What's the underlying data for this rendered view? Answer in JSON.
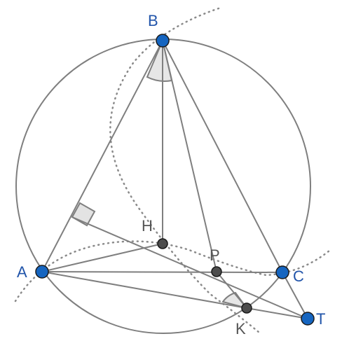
{
  "figure": {
    "points": {
      "A": {
        "label": "A",
        "style": "blue"
      },
      "B": {
        "label": "B",
        "style": "blue"
      },
      "C": {
        "label": "C",
        "style": "blue"
      },
      "T": {
        "label": "T",
        "style": "blue"
      },
      "H": {
        "label": "H",
        "style": "gray"
      },
      "P": {
        "label": "P",
        "style": "gray"
      },
      "K": {
        "label": "K",
        "style": "gray"
      }
    },
    "colors": {
      "line": "#7f7f7f",
      "label_blue": "#2255aa",
      "label_gray": "#555555",
      "point_blue": "#1565c0",
      "point_gray": "#4d4d4d",
      "dotted": "#8a8a8a",
      "angle_fill": "#e6e6e6"
    }
  }
}
